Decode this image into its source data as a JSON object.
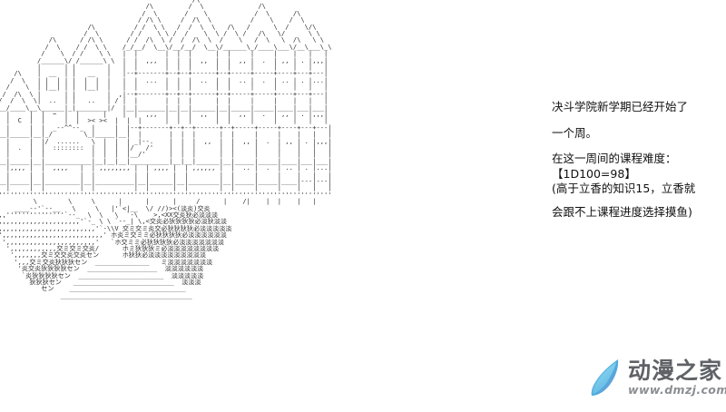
{
  "page": {
    "background_color": "#ffffff",
    "text_color": "#111111",
    "art_color": "#2b2b2b"
  },
  "artwork": {
    "name": "duel-academy-ascii-art",
    "description": "ASCII art of the Duel Academy castle with stairway",
    "content": "                                                   /\\\n                                       /\\         /  \\              /\\\n                                      /  \\       /    \\            /  \\      /\\\n                                     / /\\ \\     /  /\\  \\          /    \\    /  \\\n                        /\\          / /  \\ \\   /  /  \\  \\   /\\   /      \\  /    \\/\\\n                       /  \\        / /    \\ \\ /  /    \\  \\ /  \\ /   /\\   \\/      \\ \\\n              /\\      / /\\ \\      / /  /\\  \\ /  /  /\\  \\  /    \\   /  \\   \\  /\\   \\ \\\n             /  \\    / /  \\ \\    /_/__/  \\__\\/__/__/  \\__\\/______\\_/____\\___\\/__\\___\\_\\\n            /    \\  / /    \\ \\   |  |       |  |  |      |  |     |     |    |   |   |\n           /______\\/ /______\\ \\  |  |  ,,,  |  |  |  ,,  |  |  ,, |  .  | ,, | . |,,,|\n           |      | |        |   |  |       |  |  |      |  |     |     |    |   |   |\n     /\\    |  __  | |   __   |   |--+-------+--+--+------+--+-----+-----+----+---+---|\n    /  \\   | |  | | |  |  |  |   |  |  ...  |  |  |  ..  |  |  .. |  .  | .. | . |...|\n   /    \\  | |__| | |  |__|  |   |  |       |  |  |      |  |     |     |    |   |   |\n  /  /\\  \\ |      | |        |  ,|--+-------+--+--+------+--+-----+-----+----+---+---|\n /  /  \\  \\|  ..  | |   ..   | / |  |       |  |  |      |  |     |     |    |   |   |\n/__/____\\__\\______|_|________|/  |__|_______|__|__|______|__|_____|_____|____|___|___|\n|  |     |  |  ~  |  |      |    |  |  ,,,  |  |  |  ,,  |  |  ,, |  .  | ,, | . |,,,|\n|  |  C  |  |     |  |  >< ><  |  |  |      |  |  |      |  |     |     |    |   |   |\n|  |     |  |  _--^^--_  |     |  |--+-------+--+--+------+--+-----+-----+----+---+---|\n|__|_____|__|_/        \\_|_____|__|  |       |  |  |      |  |     |     |    |   |   |\n|  |     |  |/  ......   \\  |  |  | _|--.    |  |  |  ,,  |  |  ,, |  .  | ,, | . |,,,|\n|  |  .  |  |  ::::::::  |  |  |  |/   /'    |  |  |      |  |     |     |    |   |   |\n|  |     |  |            |  |  |  |__/'      |  |  |      |  |     |     |    |   |   |\n|__|_____|__|____________|__|__|__|__________|__|__|______|__|_____|_____|____|___|___|\n|  |,,,, |  |  ,,,,   |  | ,,,,,,,, |  | ,,,, |  | ,,,,,, |  |  .. |  .  | .. | . |...|\n|  |     |  |         |  |          |  |      |  |        |  |     |     |    |   |   |\n|__|_____|__|_________|__|__________|__|______|__|________|__|_____|_____|____|---|---|\n|  |     |  |         |  |          |  |      |  |        |  |     |     |    |   |   |\n'''''''''''''''''''''''''''''''''''''''''''''''''''''''''''''''''''''''''''''''''''''''\n          \\        \\     \\      |      |      |     /      |    /|    |  |    |   |\n     ____--'`--__   \\     \\   |'`<|__  \\/ //)><(淡炎)交炎\n ,,'''''''''''''''`--_  \\  \\   \\  `-\\    >,<XX交炎狄必淡淡淡\n,,,,,,,,,,,,,,,,,,,,,,'`-_ \\ \\ `--_| \\,<交炎必狄狄狄狄必淡狄淡淡\n',,,,,,,,,,,,,,,,,,,,,,,,,'`-\\\\V 交ミ交ミ炎交必狄狄狄狄必淡淡淡淡淡\n ',,,,,,,,,,,,,,,,,,,,,,,,,,' ホ炎ミ交ミミ必狄狄狄狄必淡淡淡淡淡淡\n  ',,,,,,,,,,,,,,,,,,,,,,,'   `ホ交ミミ必狄狄狄狄必淡淡淡淡淡淡淡\n   ',,,,,,,,,,,,交ミ交ミ交炎/      ホミ狄狄狄ミ必淡淡淡淡淡淡淡淡\n    ',,,,,,,交ミ交交炎交炎セン      ホ狄狄必淡淡淡淡淡淡淡淡淡\n     ',,,交ミ交炎狄狄狄セン  ______________   ミ淡淡淡淡淡淡淡\n      '炎交炎狄狄狄狄セン  __________________  淡淡淡淡淡淡\n       `炎狄狄狄狄セン  ______________________  淡淡淡淡淡\n         狄狄狄セン   __________________________  淡淡淡\n            セン    ______________________________\n                 __________________________________\n"
  },
  "story": {
    "name": "narrative-text",
    "lines": [
      "决斗学院新学期已经开始了",
      "一个周。",
      "在这一周间的课程难度：",
      "【1D100=98】",
      "(高于立香的知识15，立香就",
      "会跟不上课程进度选择摸鱼)"
    ],
    "line1": "决斗学院新学期已经开始了",
    "line2": "一个周。",
    "line3": "在这一周间的课程难度：",
    "line4": "【1D100=98】",
    "line5": "(高于立香的知识15，立香就",
    "line6": "会跟不上课程进度选择摸鱼)",
    "dice_roll": {
      "formula": "1D100",
      "result": 98,
      "display": "【1D100=98】"
    }
  },
  "watermark": {
    "name": "dmzj-watermark",
    "brand": "动漫之家",
    "url": "www.dmzj.com",
    "icon": "feather-icon",
    "colors": {
      "feather_light": "#6fd0ef",
      "feather_mid": "#4fa8dc",
      "feather_dark": "#7b8fd4",
      "brand_text": "#5f6266",
      "url_text": "#8b8e92"
    }
  }
}
